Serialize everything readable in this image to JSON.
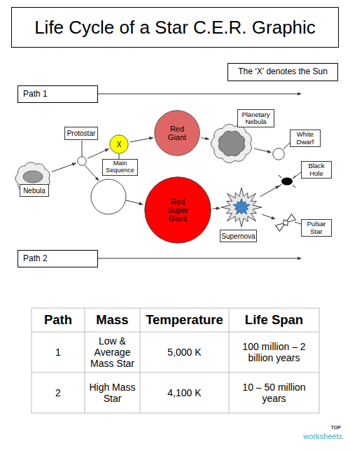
{
  "diagram": {
    "title": "Life Cycle of a Star C.E.R. Graphic",
    "nodes": [
      {
        "text": [
          "The ‘X’ denotes the Sun"
        ]
      },
      {
        "text": [
          "Path 1"
        ]
      },
      {
        "text": [
          "Protostar"
        ]
      },
      {
        "text": [
          "X",
          "Main Sequence"
        ]
      },
      {
        "text": [
          "Red Giant"
        ]
      },
      {
        "text": [
          "Planetary Nebula"
        ]
      },
      {
        "text": [
          "White Dwarf"
        ]
      },
      {
        "text": [
          "Nebula"
        ]
      },
      {
        "text": [
          "Black Hole"
        ]
      },
      {
        "text": [
          "Red Super Giant"
        ]
      },
      {
        "text": [
          "Pulsar Star"
        ]
      },
      {
        "text": [
          "Supernova"
        ]
      },
      {
        "text": [
          "Path 2"
        ]
      }
    ],
    "edges": [
      {
        "from": 7,
        "to": 2,
        "arrow": "to"
      },
      {
        "from": 2,
        "to": 3,
        "arrow": "to"
      },
      {
        "from": 3,
        "to": 4,
        "arrow": "to"
      },
      {
        "from": 4,
        "to": 5,
        "arrow": "to"
      },
      {
        "from": 5,
        "to": 6,
        "arrow": "to"
      },
      {
        "from": 9,
        "to": 11,
        "arrow": "to"
      },
      {
        "from": 11,
        "to": 8,
        "arrow": "to"
      },
      {
        "from": 11,
        "to": 10,
        "arrow": "to"
      }
    ],
    "labels": [
      "Path",
      "Mass",
      "Temperature",
      "Life Span",
      "1",
      "Low & Average Mass Star",
      "5,000 K",
      "100 million – 2 billion years",
      "2",
      "High Mass Star",
      "4,100 K",
      "10 – 50 million years",
      "TOP",
      "worksheets"
    ]
  }
}
